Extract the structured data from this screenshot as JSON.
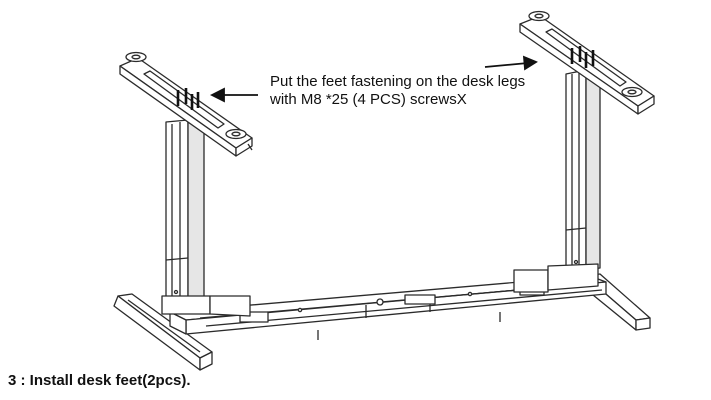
{
  "instruction": {
    "line1": "Put the feet fastening on the desk legs",
    "line2": "with M8 *25 (4 PCS) screwsX"
  },
  "caption": "3 : Install desk feet(2pcs).",
  "colors": {
    "line": "#2b2b2b",
    "fill": "#ffffff",
    "shade": "#e6e6e6",
    "text": "#111111"
  }
}
